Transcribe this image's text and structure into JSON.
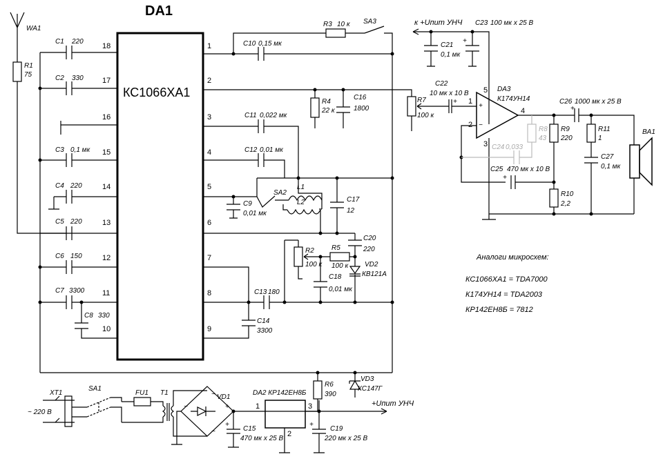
{
  "title": "DA1",
  "chip_main": "КС1066ХА1",
  "pins_left": [
    "18",
    "17",
    "16",
    "15",
    "14",
    "13",
    "12",
    "11",
    "10"
  ],
  "pins_right": [
    "1",
    "2",
    "3",
    "4",
    "5",
    "6",
    "7",
    "8",
    "9"
  ],
  "da3": {
    "name": "DA3",
    "type": "К174УН14",
    "p1": "1",
    "p2": "2",
    "p3": "3",
    "p4": "4",
    "p5": "5"
  },
  "da2": {
    "name": "DA2 КР142ЕН8Б",
    "p1": "1",
    "p2": "2",
    "p3": "3"
  },
  "labels": {
    "wa1": "WA1",
    "r1": "R1",
    "r1v": "75",
    "c1": "C1",
    "c1v": "220",
    "c2": "C2",
    "c2v": "330",
    "c3": "C3",
    "c3v": "0,1 мк",
    "c4": "C4",
    "c4v": "220",
    "c5": "C5",
    "c5v": "220",
    "c6": "C6",
    "c6v": "150",
    "c7": "C7",
    "c7v": "3300",
    "c8": "C8",
    "c8v": "330",
    "r3": "R3",
    "r3v": "10 к",
    "sa3": "SA3",
    "c10": "C10",
    "c10v": "0,15 мк",
    "r4": "R4",
    "r4v": "22 к",
    "c16": "C16",
    "c16v": "1800",
    "c11": "C11",
    "c11v": "0,022 мк",
    "c12": "C12",
    "c12v": "0,01 мк",
    "sa2": "SA2",
    "l1": "L1",
    "l2": "L2",
    "c9": "C9",
    "c9v": "0,01 мк",
    "c17": "C17",
    "c17v": "12",
    "c20": "C20",
    "c20v": "220",
    "r2": "R2",
    "r2v": "100 к",
    "r5": "R5",
    "r5v": "100 к",
    "vd2": "VD2",
    "vd2v": "КВ121А",
    "c18": "C18",
    "c18v": "0,01 мк",
    "c13": "C13",
    "c13v": "180",
    "c14": "C14",
    "c14v": "3300",
    "upit_unch": "к +Uпит УНЧ",
    "c23": "C23",
    "c23v": "100 мк x 25 В",
    "c21": "C21",
    "c21v": "0,1 мк",
    "c22": "C22",
    "c22v": "10 мк x 10 В",
    "r7": "R7",
    "r7v": "100 к",
    "c26": "C26",
    "c26v": "1000 мк x 25 В",
    "r8": "R8",
    "r8v": "43",
    "r9": "R9",
    "r9v": "220",
    "r11": "R11",
    "r11v": "1",
    "c27": "C27",
    "c27v": "0,1 мк",
    "c24": "C24",
    "c24v": "0,033",
    "c25": "C25",
    "c25v": "470 мк x 10 В",
    "r10": "R10",
    "r10v": "2,2",
    "ba1": "BA1",
    "xt1": "XT1",
    "v220": "~ 220 В",
    "sa1": "SA1",
    "fu1": "FU1",
    "t1": "T1",
    "vd1": "VD1",
    "c15": "C15",
    "c15v": "470 мк x 25 В",
    "r6": "R6",
    "r6v": "390",
    "vd3": "VD3",
    "vd3v": "КС147Г",
    "c19": "C19",
    "c19v": "220 мк x 25 В",
    "upit_out": "+Uпит УНЧ",
    "plus": "+",
    "minus": "−",
    "ac": "~"
  },
  "analogs": {
    "heading": "Аналоги микросхем:",
    "line1": "КС1066ХА1 = TDA7000",
    "line2": "К174УН14 = TDA2003",
    "line3": "КР142ЕН8Б = 7812"
  }
}
